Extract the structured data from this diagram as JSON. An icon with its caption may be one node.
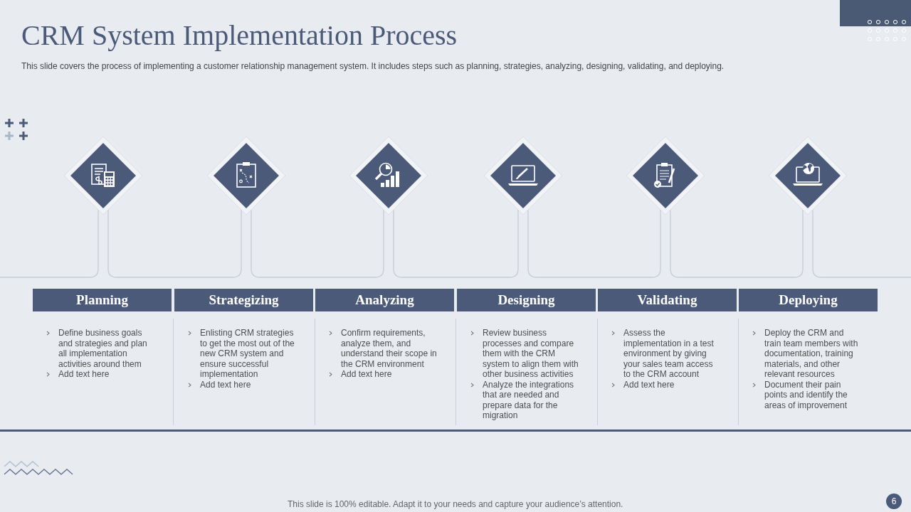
{
  "diagram": {
    "title": "CRM System Implementation Process",
    "nodes": [
      {
        "text": [],
        "shape": "diamond"
      },
      {
        "text": [],
        "shape": "diamond"
      },
      {
        "text": [],
        "shape": "diamond"
      },
      {
        "text": [],
        "shape": "diamond"
      },
      {
        "text": [],
        "shape": "diamond"
      },
      {
        "text": [],
        "shape": "diamond"
      },
      {
        "text": [
          "Planning"
        ],
        "beside": [
          "Define business goals and strategies and plan all implementation activities around them",
          "Add text here"
        ]
      },
      {
        "text": [
          "Strategizing"
        ],
        "beside": [
          "Enlisting CRM strategies to get the most out of the new CRM system and ensure successful implementation",
          "Add text here"
        ]
      },
      {
        "text": [
          "Analyzing"
        ],
        "beside": [
          "Confirm requirements, analyze them, and understand their scope in the CRM environment",
          "Add text here"
        ]
      },
      {
        "text": [
          "Designing"
        ],
        "beside": [
          "Review business processes and compare them with the CRM system to align them with other business activities",
          "Analyze the integrations that are needed and prepare data for the migration"
        ]
      },
      {
        "text": [
          "Validating"
        ],
        "beside": [
          "Assess the implementation in a test environment by giving your sales team access to the CRM account",
          "Add text here"
        ]
      },
      {
        "text": [
          "Deploying"
        ],
        "beside": [
          "Deploy the CRM and train team members with documentation, training materials, and other relevant resources",
          "Document their pain points and identify the areas of improvement"
        ]
      }
    ],
    "edges": [
      {
        "from": null,
        "to": 0,
        "arrow": "none"
      },
      {
        "from": 0,
        "to": 1,
        "arrow": "none"
      },
      {
        "from": 1,
        "to": 2,
        "arrow": "none"
      },
      {
        "from": 2,
        "to": 3,
        "arrow": "none"
      },
      {
        "from": 3,
        "to": 4,
        "arrow": "none"
      },
      {
        "from": 4,
        "to": 5,
        "arrow": "none"
      },
      {
        "from": 5,
        "to": null,
        "arrow": "none"
      }
    ],
    "labels": [
      "This slide covers the process of implementing a customer relationship management system. It includes steps such as planning, strategies, analyzing, designing, validating, and deploying.",
      "This slide is 100% editable. Adapt it to your needs and capture your audience’s attention.",
      "6"
    ]
  }
}
